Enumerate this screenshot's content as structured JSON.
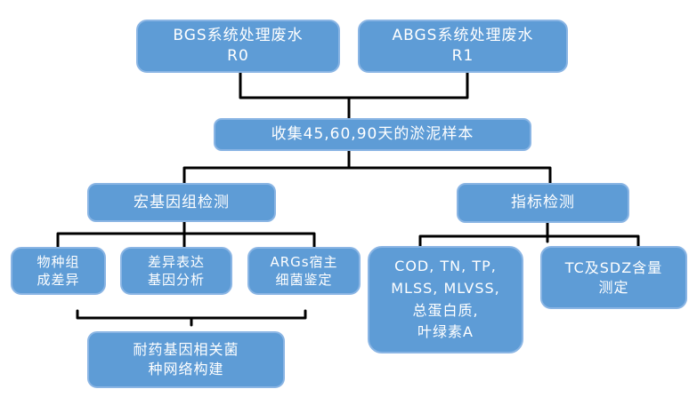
{
  "diagram": {
    "type": "flowchart",
    "colors": {
      "node_fill": "#5e9cd6",
      "node_border": "#8ab5e4",
      "node_text": "#ffffff",
      "connector": "#000000",
      "background": "#ffffff"
    },
    "nodes": {
      "bgs": {
        "text": "BGS系统处理废水\nR0"
      },
      "abgs": {
        "text": "ABGS系统处理废水\nR1"
      },
      "collect": {
        "text": "收集45,60,90天的淤泥样本"
      },
      "metagenome": {
        "text": "宏基因组检测"
      },
      "indicator": {
        "text": "指标检测"
      },
      "species": {
        "text": "物种组\n成差异"
      },
      "diff_expression": {
        "text": "差异表达\n基因分析"
      },
      "args_host": {
        "text": "ARGs宿主\n细菌鉴定"
      },
      "cod_panel": {
        "text": "COD, TN, TP,\nMLSS, MLVSS,\n总蛋白质,\n叶绿素A"
      },
      "tc_sdz": {
        "text": "TC及SDZ含量\n测定"
      },
      "network": {
        "text": "耐药基因相关菌\n种网络构建"
      }
    },
    "edges": [
      "bgs+abgs -> collect",
      "collect -> metagenome",
      "collect -> indicator",
      "metagenome -> species",
      "metagenome -> diff_expression",
      "metagenome -> args_host",
      "indicator -> cod_panel",
      "indicator -> tc_sdz",
      "species+diff_expression+args_host -> network"
    ]
  }
}
